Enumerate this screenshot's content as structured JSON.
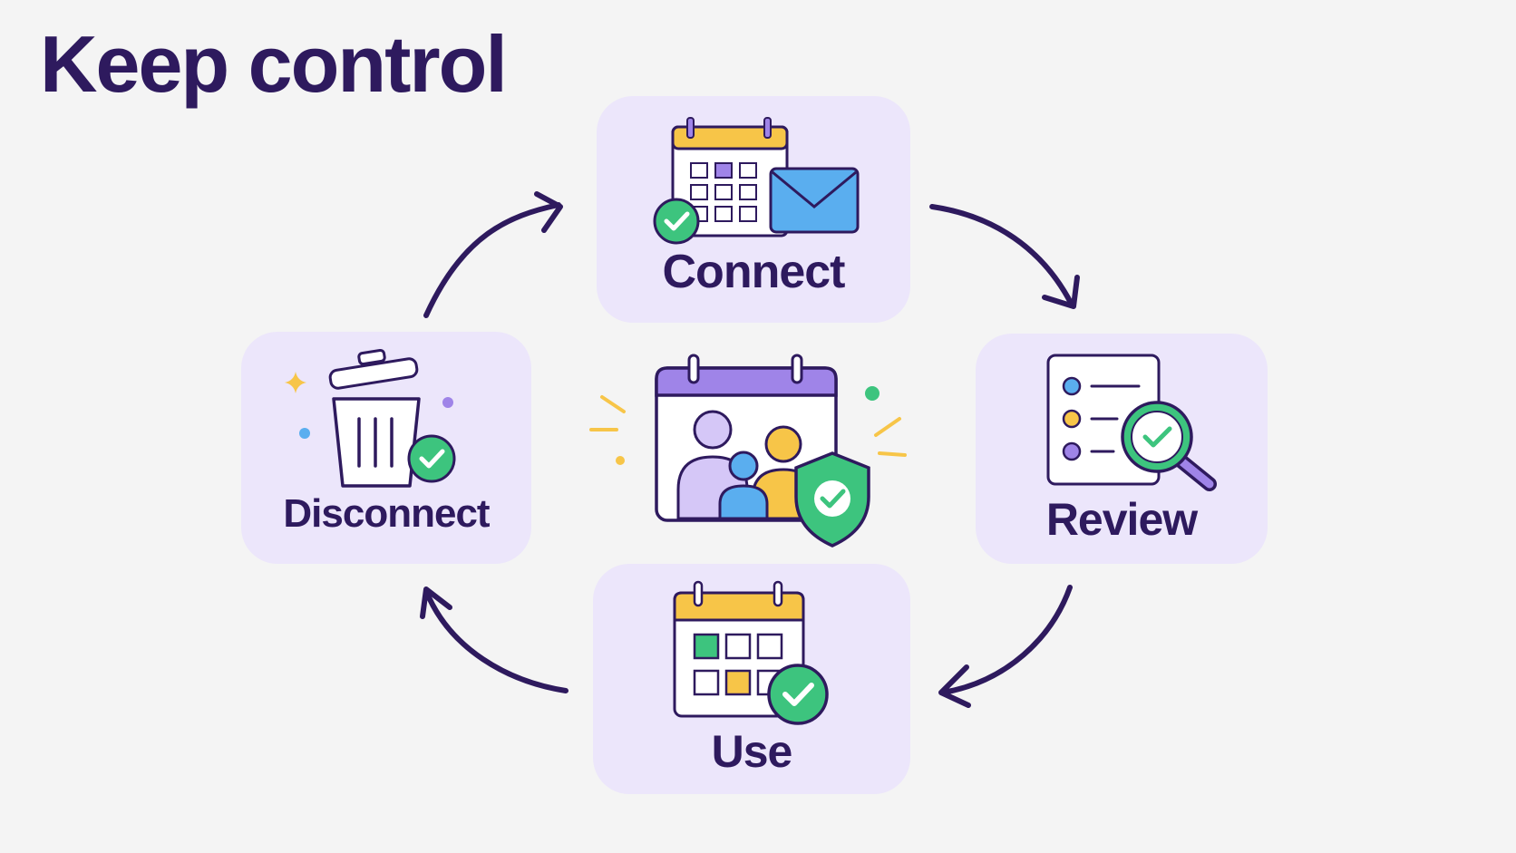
{
  "title": "Keep control",
  "steps": {
    "connect": {
      "label": "Connect"
    },
    "review": {
      "label": "Review"
    },
    "use": {
      "label": "Use"
    },
    "disconnect": {
      "label": "Disconnect"
    }
  },
  "colors": {
    "background": "#f4f4f4",
    "card": "#ece6fb",
    "ink": "#2e1a5e",
    "yellow": "#f7c548",
    "purple": "#9f84e8",
    "lavender": "#d5c7f7",
    "green": "#3dc47e",
    "blue": "#5aaeef"
  },
  "icons": {
    "center": "family-calendar-shield-icon",
    "connect": "calendar-mail-icon",
    "review": "checklist-magnifier-icon",
    "use": "calendar-check-icon",
    "disconnect": "trash-check-icon"
  }
}
